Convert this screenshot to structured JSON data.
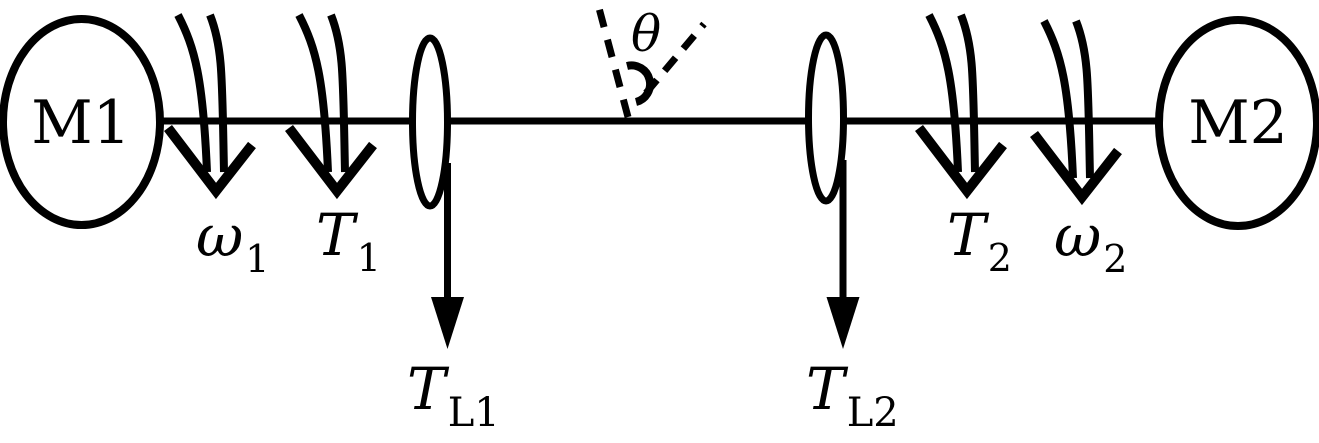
{
  "colors": {
    "stroke": "#000000",
    "background": "#ffffff"
  },
  "machines": {
    "m1": "M1",
    "m2": "M2"
  },
  "angle": {
    "symbol": "θ"
  },
  "rotation_labels": {
    "omega1": {
      "main": "ω",
      "sub": "1"
    },
    "t1": {
      "main": "T",
      "sub": "1"
    },
    "t2": {
      "main": "T",
      "sub": "2"
    },
    "omega2": {
      "main": "ω",
      "sub": "2"
    }
  },
  "load_labels": {
    "tl1": {
      "main": "T",
      "sub": "L1"
    },
    "tl2": {
      "main": "T",
      "sub": "L2"
    }
  }
}
